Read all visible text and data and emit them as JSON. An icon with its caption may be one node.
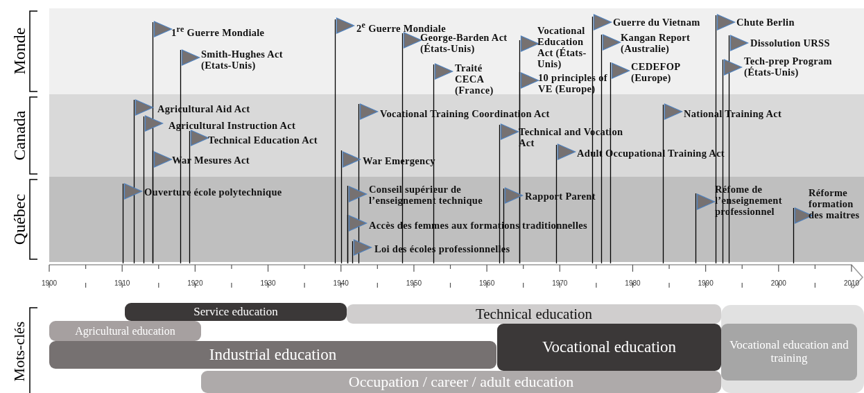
{
  "diagram": {
    "nodes": [
      {
        "text": [
          "Monde"
        ]
      },
      {
        "text": [
          "1$^{re}$ Guerre Mondiale"
        ],
        "in": 0
      },
      {
        "text": [
          "Smith-Hughes Act (Etats-Unis)"
        ],
        "in": 0
      },
      {
        "text": [
          "2$^{e}$ Guerre Mondiale"
        ],
        "in": 0
      },
      {
        "text": [
          "George-Barden Act (États-Unis)"
        ],
        "in": 0
      },
      {
        "text": [
          "Traité CECA (France)"
        ],
        "in": 0
      },
      {
        "text": [
          "Vocational Education Act (États-Unis)"
        ],
        "in": 0
      },
      {
        "text": [
          "10 principles of VE (Europe)"
        ],
        "in": 0
      },
      {
        "text": [
          "Guerre du Vietnam"
        ],
        "in": 0
      },
      {
        "text": [
          "Kangan Report (Australie)"
        ],
        "in": 0
      },
      {
        "text": [
          "CEDEFOP (Europe)"
        ],
        "in": 0
      },
      {
        "text": [
          "Chute Berlin"
        ],
        "in": 0
      },
      {
        "text": [
          "Dissolution URSS"
        ],
        "in": 0
      },
      {
        "text": [
          "Tech-prep Program (États-Unis)"
        ],
        "in": 0
      },
      {
        "text": [
          "Canada"
        ]
      },
      {
        "text": [
          "Agricultural Aid Act"
        ],
        "in": 14
      },
      {
        "text": [
          "Agricultural Instruction Act"
        ],
        "in": 14
      },
      {
        "text": [
          "Technical Education Act"
        ],
        "in": 14
      },
      {
        "text": [
          "War Mesures Act"
        ],
        "in": 14
      },
      {
        "text": [
          "Vocational Training Coordination Act"
        ],
        "in": 14
      },
      {
        "text": [
          "War Emergency"
        ],
        "in": 14
      },
      {
        "text": [
          "Technical and Vocation Act"
        ],
        "in": 14
      },
      {
        "text": [
          "Adult Occupational Training Act"
        ],
        "in": 14
      },
      {
        "text": [
          "National Training Act"
        ],
        "in": 14
      },
      {
        "text": [
          "Québec"
        ]
      },
      {
        "text": [
          "Ouverture école polytechnique"
        ],
        "in": 24
      },
      {
        "text": [
          "Conseil supérieur de l’enseignement technique"
        ],
        "in": 24
      },
      {
        "text": [
          "Accès des femmes aux formations traditionnelles"
        ],
        "in": 24
      },
      {
        "text": [
          "Loi des écoles professionnelles"
        ],
        "in": 24
      },
      {
        "text": [
          "Rapport Parent"
        ],
        "in": 24
      },
      {
        "text": [
          "Réfome de l’enseignement professionnel"
        ],
        "in": 24
      },
      {
        "text": [
          "Réforme formation des maitres"
        ],
        "in": 24
      },
      {
        "text": [
          "Service education"
        ]
      },
      {
        "text": [
          "Agricultural education"
        ]
      },
      {
        "text": [
          "Technical education"
        ]
      },
      {
        "text": [
          "Industrial education"
        ]
      },
      {
        "text": [
          "Vocational education"
        ]
      },
      {
        "text": [
          "Vocational education and training"
        ]
      },
      {
        "text": [
          "Occupation / career / adult education"
        ]
      }
    ],
    "edges": [],
    "labels": [
      "1900",
      "1910",
      "1920",
      "1930",
      "1940",
      "1950",
      "1960",
      "1970",
      "1980",
      "1990",
      "2000",
      "2010",
      "Mots-clés"
    ]
  }
}
